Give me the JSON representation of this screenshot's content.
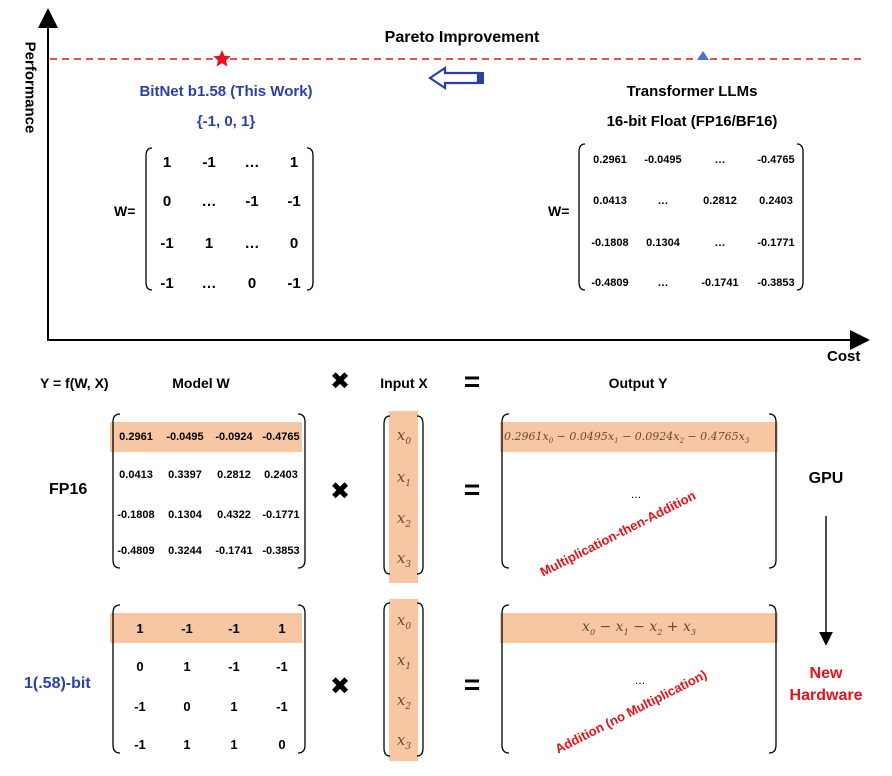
{
  "top": {
    "y_axis_label": "Performance",
    "x_axis_label": "Cost",
    "pareto_label": "Pareto Improvement",
    "bitnet_title": "BitNet b1.58 (This Work)",
    "bitnet_values": "{-1, 0, 1}",
    "transformer_title": "Transformer LLMs",
    "transformer_values": "16-bit Float (FP16/BF16)",
    "w_label": "W=",
    "ternary_matrix": [
      [
        "1",
        "-1",
        "…",
        "1"
      ],
      [
        "0",
        "…",
        "-1",
        "-1"
      ],
      [
        "-1",
        "1",
        "…",
        "0"
      ],
      [
        "-1",
        "…",
        "0",
        "-1"
      ]
    ],
    "fp16_matrix": [
      [
        "0.2961",
        "-0.0495",
        "…",
        "-0.4765"
      ],
      [
        "0.0413",
        "…",
        "0.2812",
        "0.2403"
      ],
      [
        "-0.1808",
        "0.1304",
        "…",
        "-0.1771"
      ],
      [
        "-0.4809",
        "…",
        "-0.1741",
        "-0.3853"
      ]
    ]
  },
  "bottom": {
    "equation_label": "Y = f(W, X)",
    "model_w_label": "Model W",
    "times_symbol": "✖",
    "input_x_label": "Input X",
    "equals_symbol": "=",
    "output_y_label": "Output Y",
    "fp16_label": "FP16",
    "ternary_label": "1(.58)-bit",
    "gpu_label": "GPU",
    "new_hardware_line1": "New",
    "new_hardware_line2": "Hardware",
    "fp16_model_matrix": [
      [
        "0.2961",
        "-0.0495",
        "-0.0924",
        "-0.4765"
      ],
      [
        "0.0413",
        "0.3397",
        "0.2812",
        "0.2403"
      ],
      [
        "-0.1808",
        "0.1304",
        "0.4322",
        "-0.1771"
      ],
      [
        "-0.4809",
        "0.3244",
        "-0.1741",
        "-0.3853"
      ]
    ],
    "ternary_model_matrix": [
      [
        "1",
        "-1",
        "-1",
        "1"
      ],
      [
        "0",
        "1",
        "-1",
        "-1"
      ],
      [
        "-1",
        "0",
        "1",
        "-1"
      ],
      [
        "-1",
        "1",
        "1",
        "0"
      ]
    ],
    "input_vector": [
      "x0",
      "x1",
      "x2",
      "x3"
    ],
    "fp16_output_row": "0.2961x0 − 0.0495x1 − 0.0924x2 − 0.4765x3",
    "ternary_output_row": "x0 − x1 − x2 + x3",
    "output_ellipsis": "…",
    "fp16_op_label": "Multiplication-then-Addition",
    "ternary_op_label": "Addition (no Multiplication)"
  },
  "colors": {
    "highlight": "#f7c7a3",
    "dashed_line": "#e8101a",
    "bitnet_blue": "#2a3fa8",
    "accent_red": "#e8101a",
    "arrow_blue": "#2a3fa8"
  }
}
